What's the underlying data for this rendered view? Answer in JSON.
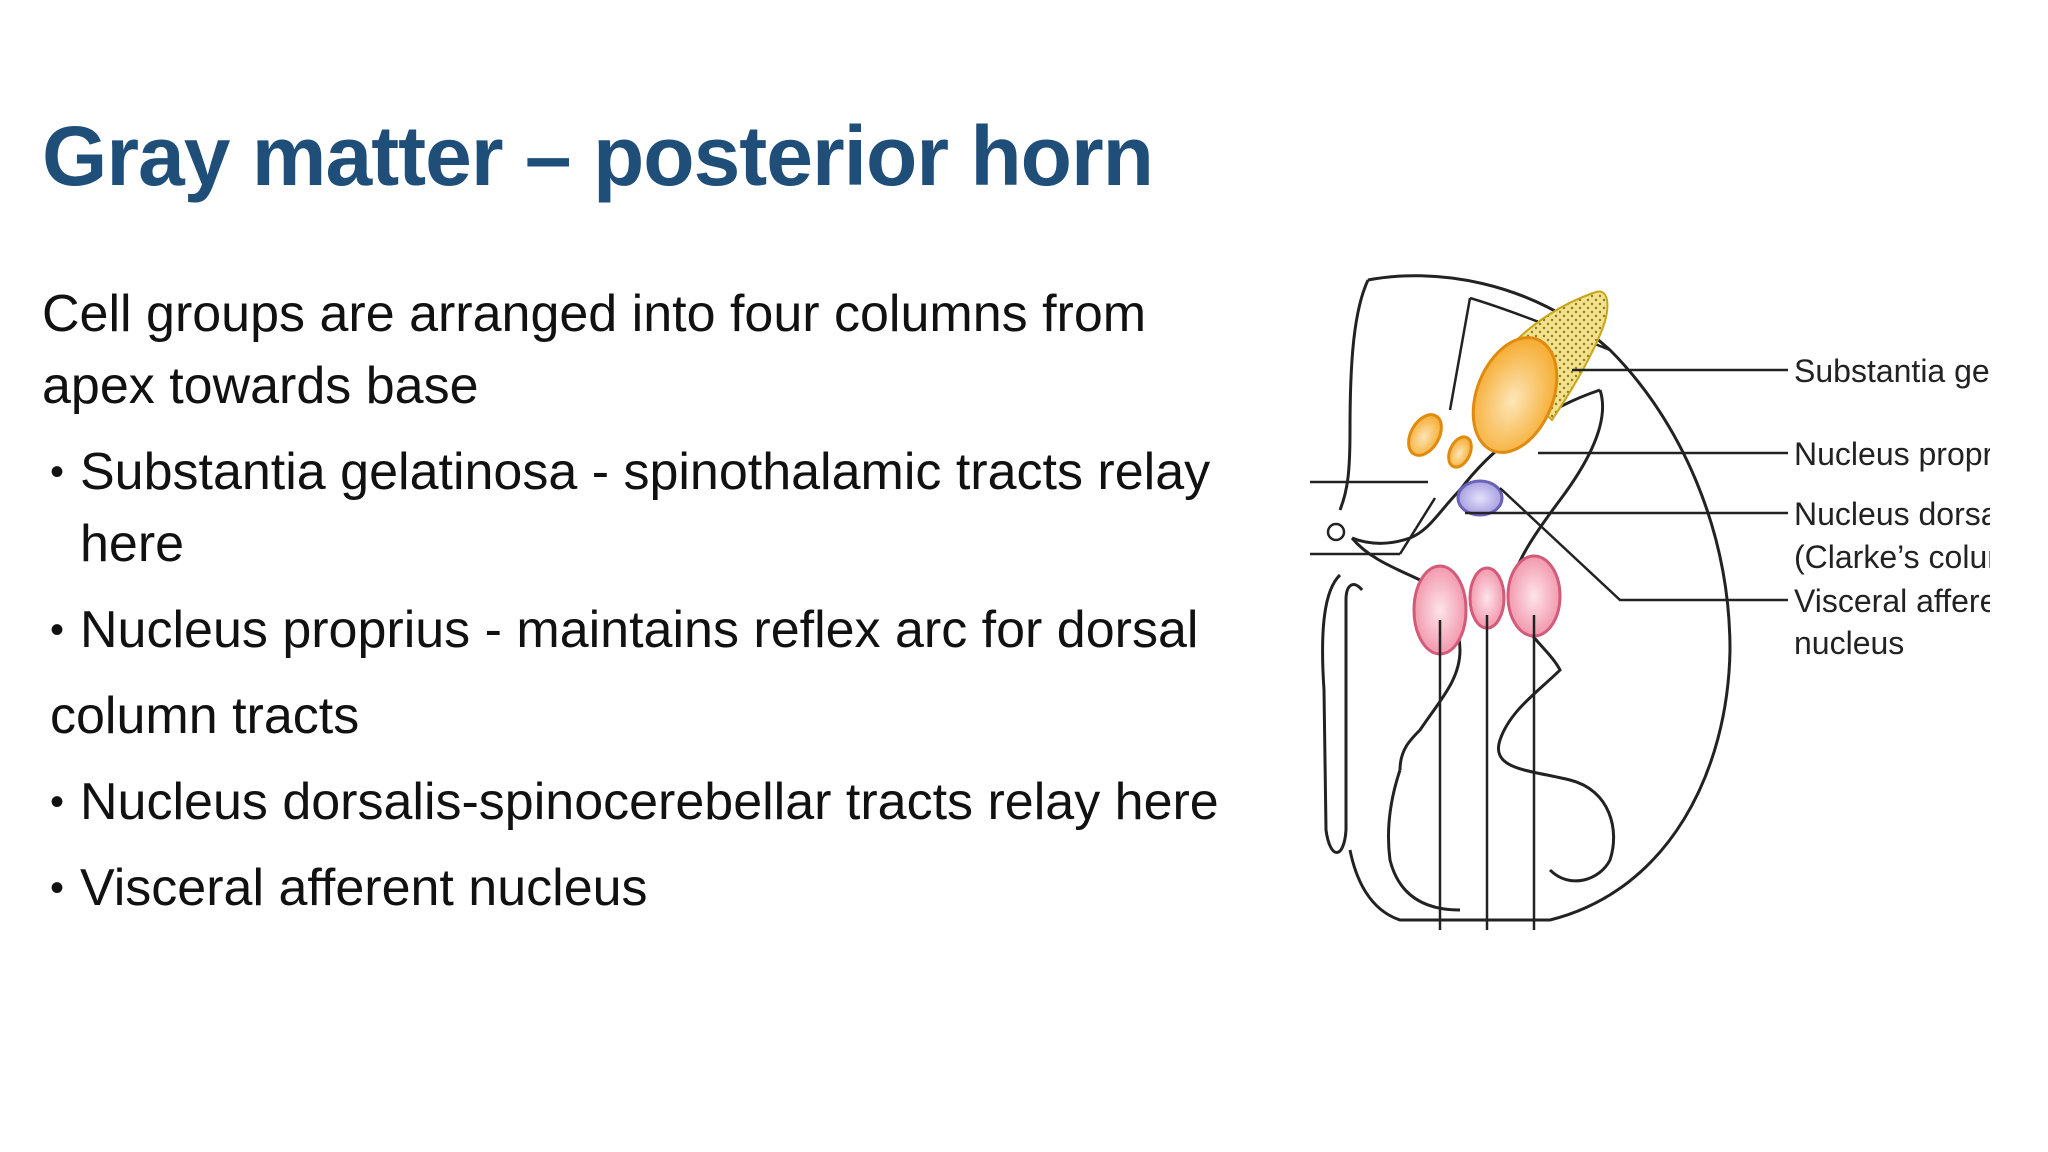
{
  "slide": {
    "title": "Gray matter – posterior horn",
    "intro": "Cell groups are arranged into four columns from apex towards base",
    "bullets": [
      {
        "marker": "•",
        "text": "Substantia gelatinosa - spinothalamic tracts relay here"
      },
      {
        "marker": "•",
        "text": "Nucleus proprius - maintains reflex arc for dorsal"
      },
      {
        "marker": "•",
        "text": "Nucleus dorsalis-spinocerebellar tracts relay here"
      },
      {
        "marker": "•",
        "text": "Visceral afferent nucleus"
      }
    ],
    "bullet_continuation": "column tracts"
  },
  "figure": {
    "labels": {
      "substantia": "Substantia gel",
      "proprius": "Nucleus propr",
      "dorsalis_1": "Nucleus dorsa",
      "dorsalis_2": "(Clarke’s colur",
      "visceral_1": "Visceral affere",
      "visceral_2": "nucleus"
    },
    "colors": {
      "title": "#1f4e79",
      "substantia_gelatinosa": "#f2e08a",
      "nucleus_proprius": "#f5a623",
      "visceral_afferent": "#a9a3e0",
      "anterior_nuclei": "#f4a6b8"
    }
  }
}
